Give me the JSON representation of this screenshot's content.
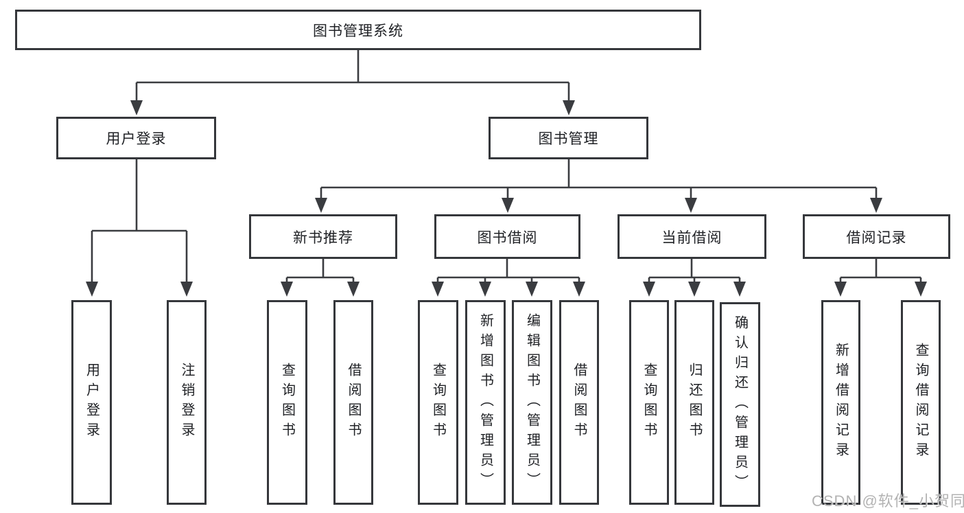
{
  "tree": {
    "root": {
      "label": "图书管理系统"
    },
    "level2": [
      {
        "label": "用户登录"
      },
      {
        "label": "图书管理"
      }
    ],
    "user_children": [
      {
        "label": "用户登录"
      },
      {
        "label": "注销登录"
      }
    ],
    "level3": [
      {
        "label": "新书推荐",
        "children": [
          {
            "label": "查询图书"
          },
          {
            "label": "借阅图书"
          }
        ]
      },
      {
        "label": "图书借阅",
        "children": [
          {
            "label": "查询图书"
          },
          {
            "label": "新增图书（管理员）"
          },
          {
            "label": "编辑图书（管理员）"
          },
          {
            "label": "借阅图书"
          }
        ]
      },
      {
        "label": "当前借阅",
        "children": [
          {
            "label": "查询图书"
          },
          {
            "label": "归还图书"
          },
          {
            "label": "确认归还（管理员）"
          }
        ]
      },
      {
        "label": "借阅记录",
        "children": [
          {
            "label": "新增借阅记录"
          },
          {
            "label": "查询借阅记录"
          }
        ]
      }
    ]
  },
  "watermark": {
    "text": "CSDN @软件_小贺同学"
  },
  "colors": {
    "line": "#3a3c40",
    "border": "#35373b",
    "text": "#202226",
    "background": "#ffffff",
    "watermark": "#afafaf"
  }
}
